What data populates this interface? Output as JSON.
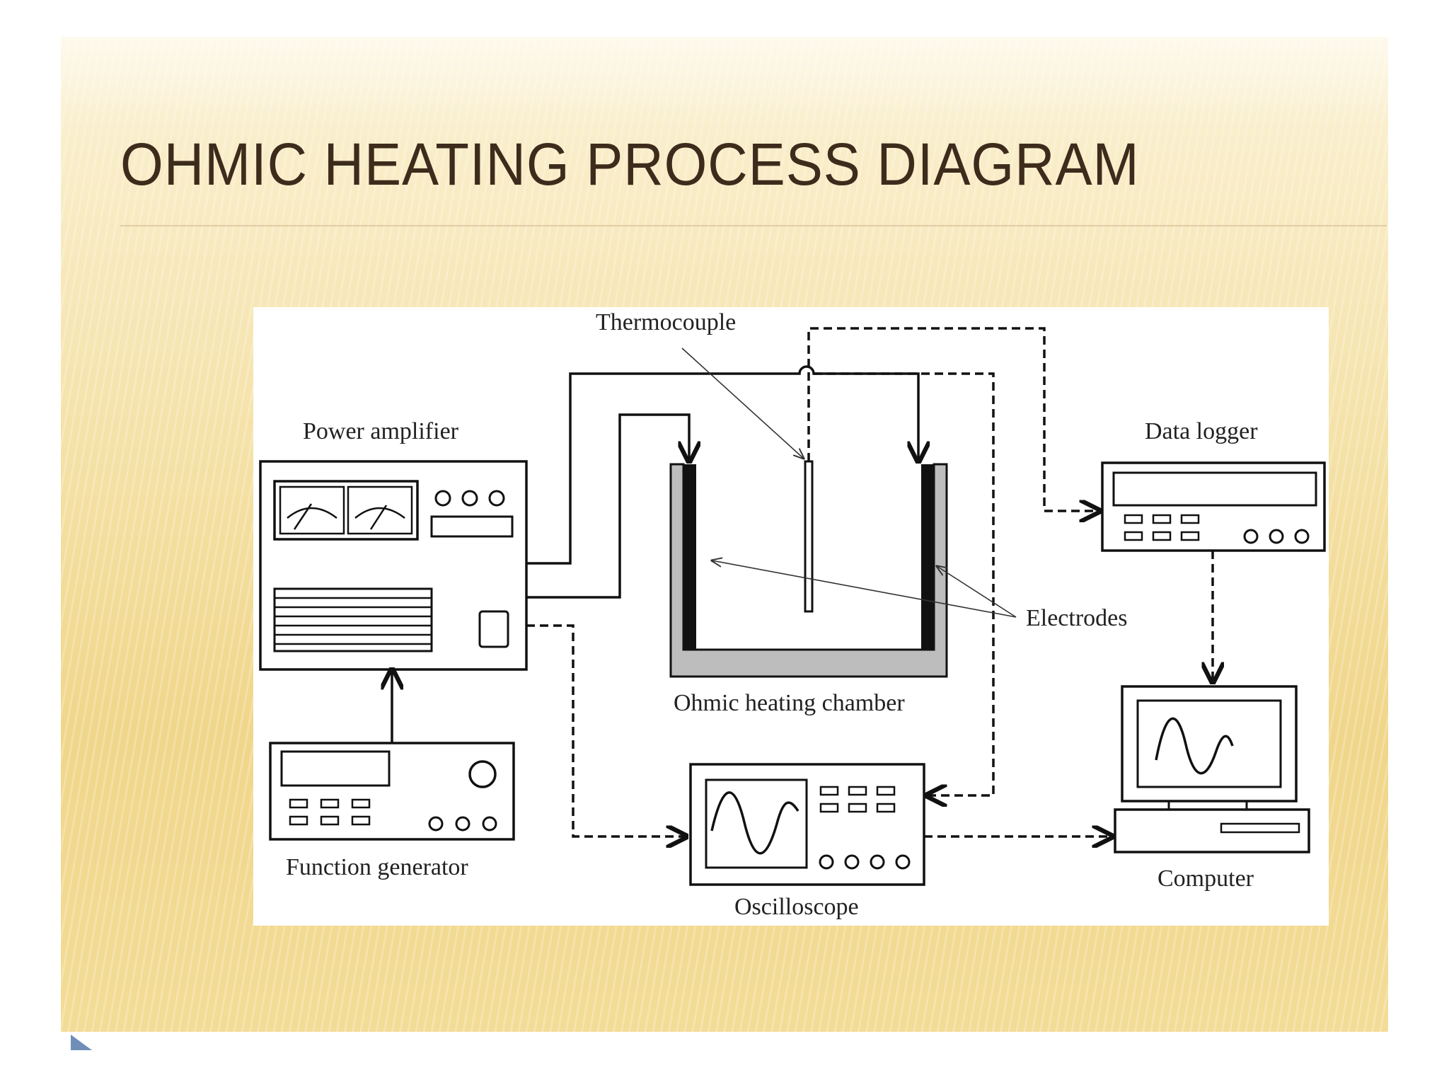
{
  "slide": {
    "title": "OHMIC HEATING PROCESS DIAGRAM"
  },
  "diagram": {
    "labels": {
      "thermocouple": "Thermocouple",
      "power_amplifier": "Power amplifier",
      "data_logger": "Data logger",
      "electrodes": "Electrodes",
      "chamber": "Ohmic heating chamber",
      "function_generator": "Function generator",
      "computer": "Computer",
      "oscilloscope": "Oscilloscope"
    }
  },
  "colors": {
    "slide_background": "#f4e0a3",
    "title": "#3d2b1c",
    "diagram_background": "#ffffff",
    "line": "#111111",
    "chamber_wall": "#bbbbbb",
    "accent_triangle": "#6f8fb8"
  }
}
